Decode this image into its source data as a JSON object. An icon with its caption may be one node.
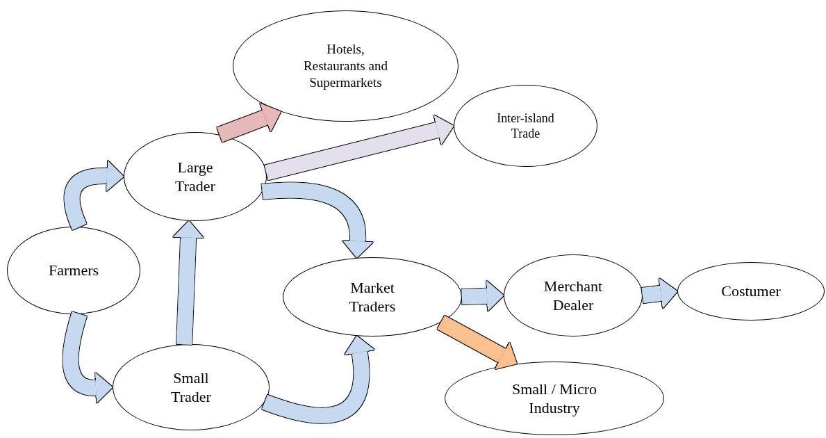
{
  "diagram": {
    "nodes": [
      {
        "text": [
          "Hotels, Restaurants and Supermarkets"
        ]
      },
      {
        "text": [
          "Inter-island Trade"
        ]
      },
      {
        "text": [
          "Large Trader"
        ]
      },
      {
        "text": [
          "Farmers"
        ]
      },
      {
        "text": [
          "Market Traders"
        ]
      },
      {
        "text": [
          "Merchant Dealer"
        ]
      },
      {
        "text": [
          "Costumer"
        ]
      },
      {
        "text": [
          "Small Trader"
        ]
      },
      {
        "text": [
          "Small / Micro Industry"
        ]
      }
    ],
    "edges": [
      {
        "from": 3,
        "to": 2,
        "arrow": "to"
      },
      {
        "from": 3,
        "to": 7,
        "arrow": "to"
      },
      {
        "from": 7,
        "to": 2,
        "arrow": "to"
      },
      {
        "from": 7,
        "to": 4,
        "arrow": "to"
      },
      {
        "from": 2,
        "to": 4,
        "arrow": "to"
      },
      {
        "from": 2,
        "to": 0,
        "arrow": "to",
        "color": "#e6b9b8"
      },
      {
        "from": 2,
        "to": 1,
        "arrow": "to",
        "color": "#e4dfec"
      },
      {
        "from": 4,
        "to": 5,
        "arrow": "to"
      },
      {
        "from": 5,
        "to": 6,
        "arrow": "to"
      },
      {
        "from": 4,
        "to": 8,
        "arrow": "to",
        "color": "#fac090"
      }
    ]
  }
}
